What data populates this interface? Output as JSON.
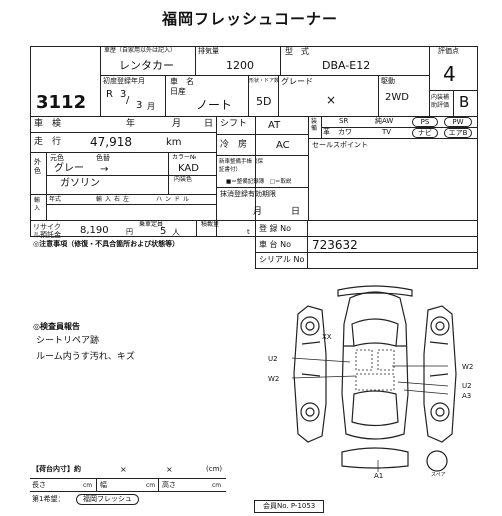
{
  "header": {
    "title": "福岡フレッシュコーナー"
  },
  "vehicle": {
    "lot_number": "3112",
    "usage_label": "車歴（自家用以外は記入）",
    "usage_value": "レンタカー",
    "displacement_label": "排気量",
    "displacement_value": "1200",
    "model_code_label": "型　式",
    "model_code_value": "DBA-E12",
    "score_label": "評価点",
    "score_value": "4",
    "first_reg_label": "初度登録年月",
    "first_reg_era": "R",
    "first_reg_year": "3",
    "first_reg_month": "3",
    "month_unit": "月",
    "make_label": "車　名",
    "make_value": "日産",
    "name_value": "ノート",
    "door_label": "形状・ドア数",
    "door_value": "5D",
    "grade_label": "グレード",
    "grade_value": "×",
    "drive_label": "駆動",
    "drive_value": "2WD",
    "interior_label": "内装補助評価",
    "interior_value": "B"
  },
  "inspection": {
    "shaken_label": "車　検",
    "year_unit": "年",
    "month_unit": "月",
    "day_unit": "日",
    "mileage_label": "走　行",
    "mileage_value": "47,918",
    "mileage_unit": "km",
    "exterior_label": "外色",
    "original_color_label": "元色",
    "color_change_label": "色替",
    "color_value": "グレー",
    "color_arrow": "→",
    "color_no_label": "カラー№",
    "color_no_value": "KAD",
    "interior_color_label": "内装色",
    "fuel_value": "ガソリン",
    "import_label": "輸入",
    "model_year_label": "年式",
    "import_right_label": "輸入右左",
    "handle_label": "ハンドル",
    "shift_label": "シフト",
    "shift_value": "AT",
    "ac_label": "冷　房",
    "ac_value": "AC",
    "new_car_label": "新車整備手帳（保証書付）",
    "new_car_note": "■＝整備記録簿　□＝取説",
    "inspection_valid_label": "抹消登録有効期限",
    "selling_points_label": "セールスポイント"
  },
  "equipment": {
    "label": "装備",
    "items": [
      "SR",
      "純AW",
      "PS",
      "PW",
      "革",
      "カワ",
      "TV",
      "ナビ",
      "エアB"
    ]
  },
  "recycle": {
    "label": "リサイクル預託金",
    "amount": "8,190",
    "yen": "円",
    "capacity_label": "乗車定員",
    "capacity_value": "5",
    "capacity_unit": "人",
    "load_label": "積載量",
    "load_unit": "t"
  },
  "registration": {
    "reg_label": "登 録 No",
    "chassis_label": "車 台 No",
    "chassis_value": "723632",
    "serial_label": "シリアル No"
  },
  "notes": {
    "caution_label": "◎注意事項（修復・不具合箇所および状態等）",
    "inspector_label": "◎検査員報告",
    "report_line1": "シートリペア跡",
    "report_line2": "ルーム内うす汚れ、キズ"
  },
  "diagram": {
    "marks": [
      "U2",
      "W2",
      "XX",
      "W2",
      "U2",
      "A3",
      "A1"
    ],
    "spare_label": "スペア"
  },
  "cargo": {
    "label": "【荷台内寸】約",
    "x1": "×",
    "x2": "×",
    "unit": "(cm)",
    "length_label": "長さ",
    "width_label": "幅",
    "height_label": "高さ",
    "cm": "cm"
  },
  "footer": {
    "first_choice_label": "第1希望：",
    "first_choice_value": "福岡フレッシュ",
    "member_no": "会員No. P-1053"
  }
}
